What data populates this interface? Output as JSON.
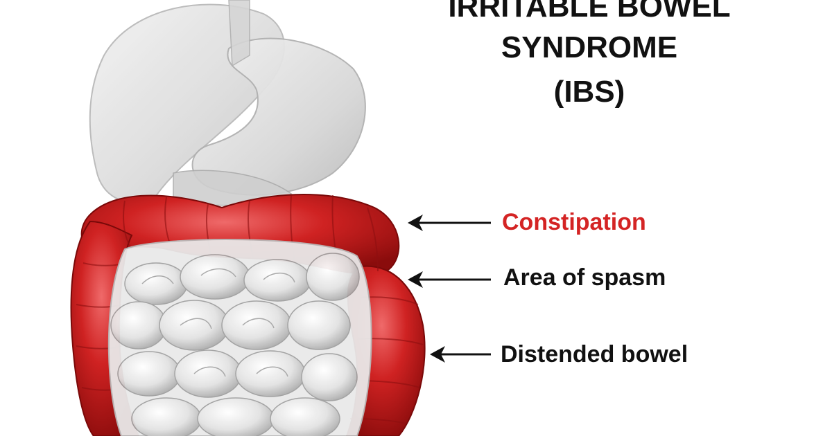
{
  "title": {
    "line1": "IRRITABLE BOWEL",
    "line2": "SYNDROME",
    "line3": "(IBS)"
  },
  "labels": [
    {
      "text": "Constipation",
      "color": "#d42424"
    },
    {
      "text": "Area of spasm",
      "color": "#111111"
    },
    {
      "text": "Distended bowel",
      "color": "#111111"
    }
  ],
  "colors": {
    "colon_red": "#c61a1a",
    "colon_dark": "#8e0f10",
    "organ_gray": "#d8d8d8",
    "arrow": "#111111"
  }
}
